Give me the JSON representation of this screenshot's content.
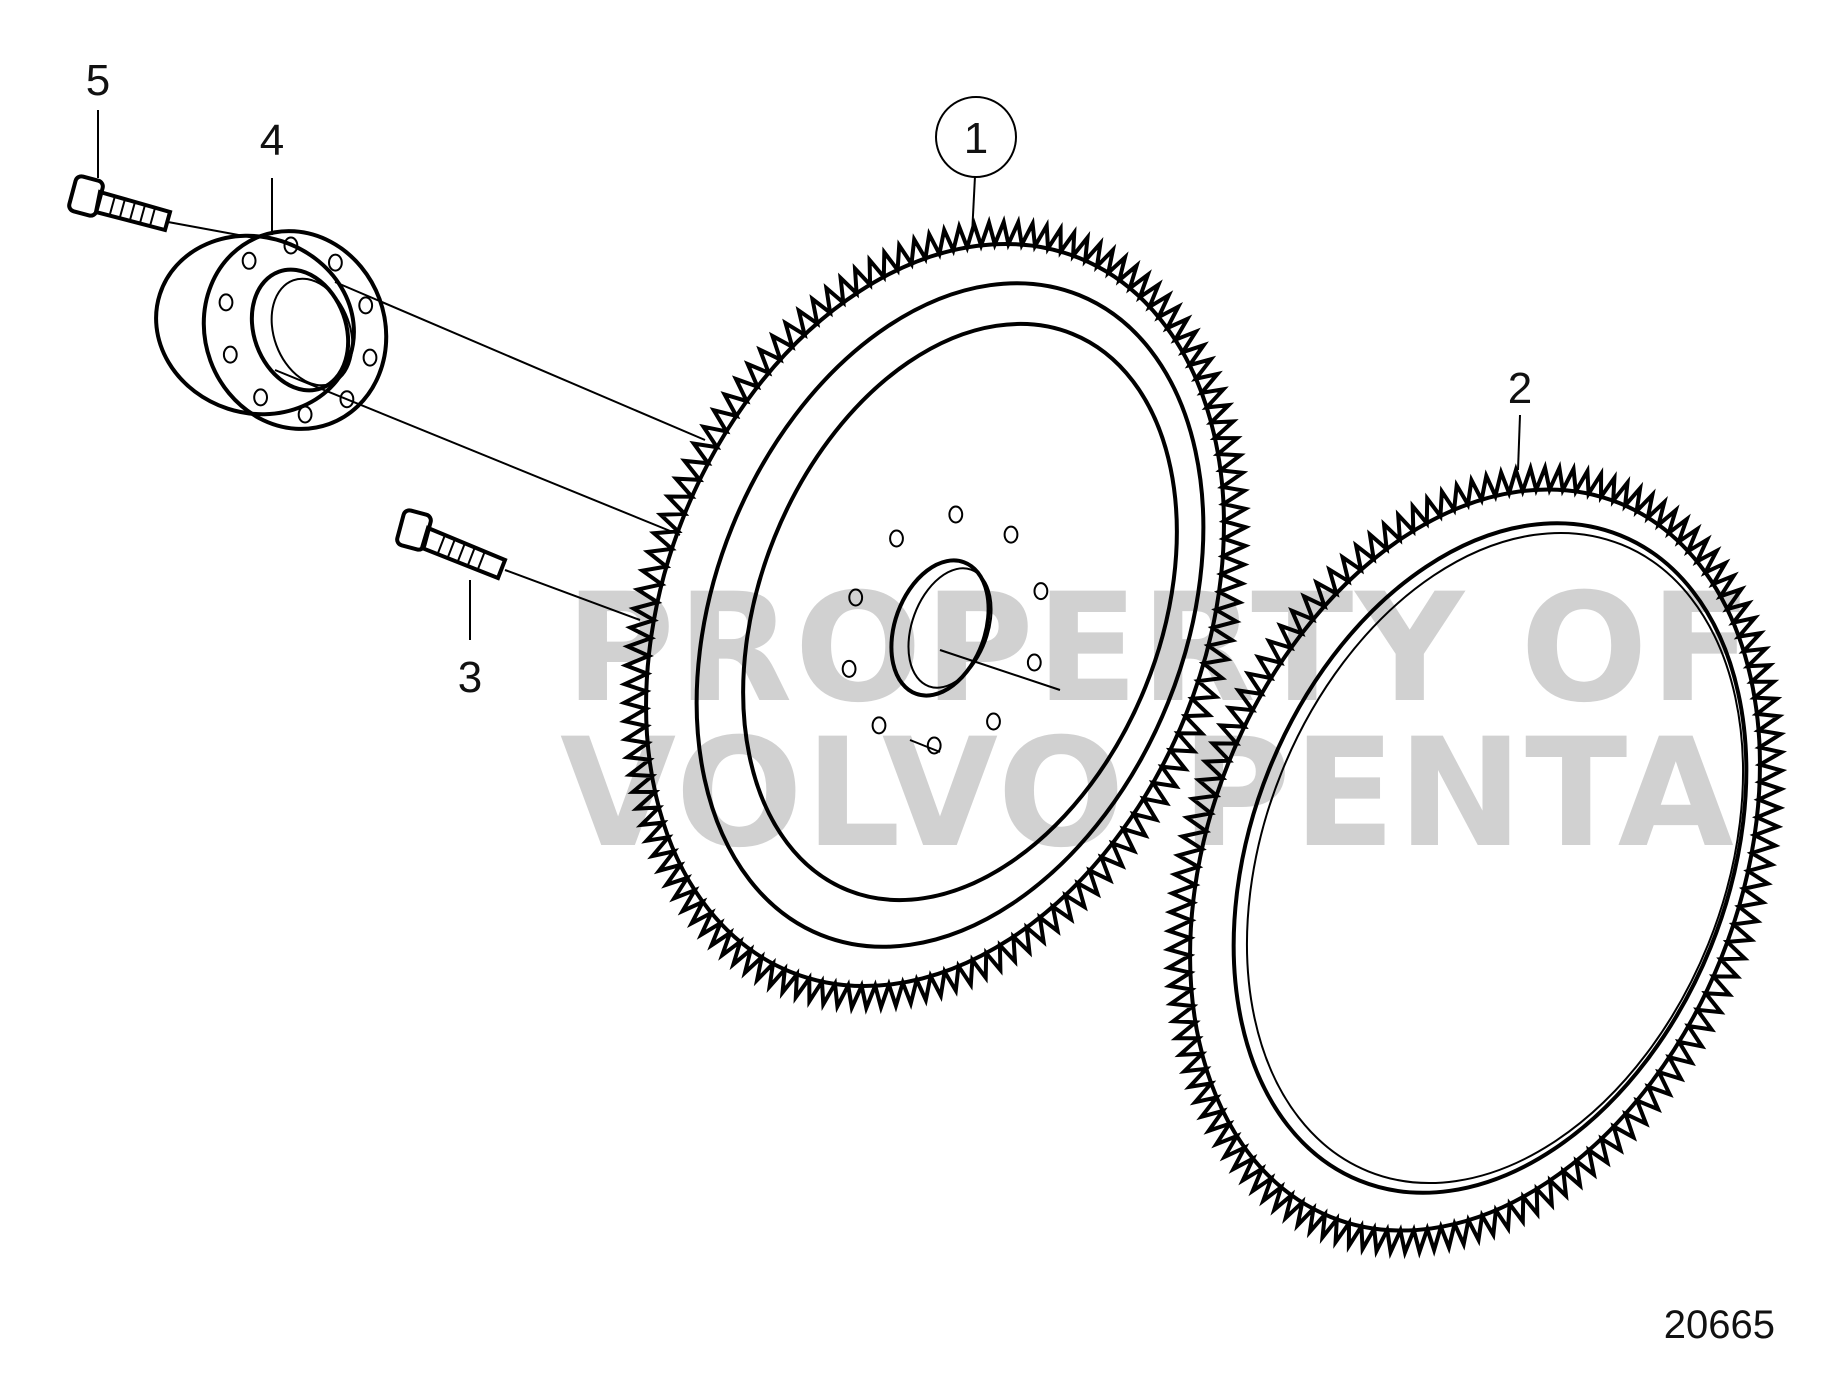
{
  "diagram": {
    "callouts": [
      {
        "id": "1",
        "label": "1"
      },
      {
        "id": "2",
        "label": "2"
      },
      {
        "id": "3",
        "label": "3"
      },
      {
        "id": "4",
        "label": "4"
      },
      {
        "id": "5",
        "label": "5"
      }
    ],
    "figure_number": "20665",
    "watermark": {
      "line1": "PROPERTY OF",
      "line2": "VOLVO PENTA"
    }
  }
}
